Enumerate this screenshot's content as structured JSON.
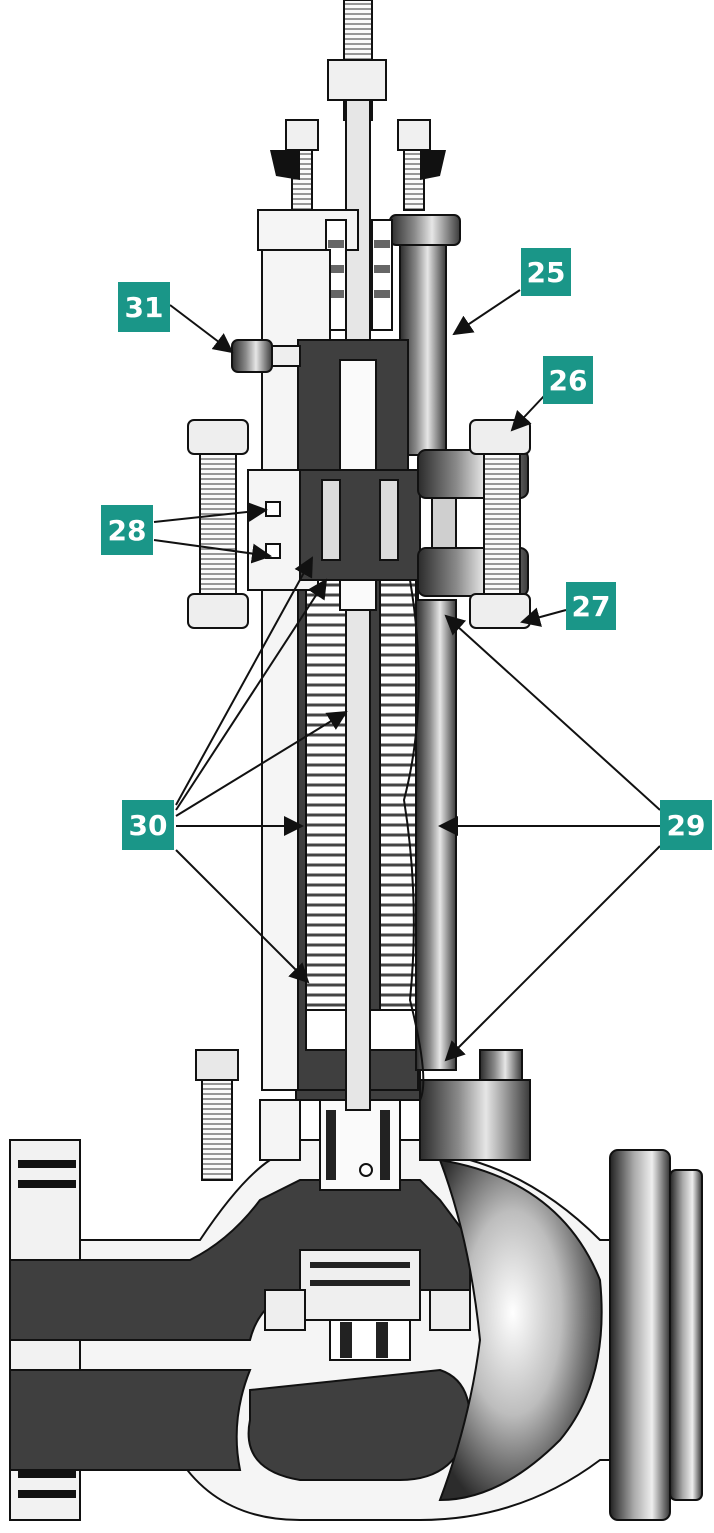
{
  "diagram": {
    "colors": {
      "callout_bg": "#1a9688",
      "callout_text": "#ffffff",
      "metal_dark": "#3f3f3f",
      "metal_mid": "#6e6e6e",
      "metal_light": "#d9d9d9",
      "outline": "#111111"
    },
    "callouts": [
      {
        "id": "25",
        "label": "25"
      },
      {
        "id": "26",
        "label": "26"
      },
      {
        "id": "27",
        "label": "27"
      },
      {
        "id": "28",
        "label": "28"
      },
      {
        "id": "29",
        "label": "29"
      },
      {
        "id": "30",
        "label": "30"
      },
      {
        "id": "31",
        "label": "31"
      }
    ]
  }
}
